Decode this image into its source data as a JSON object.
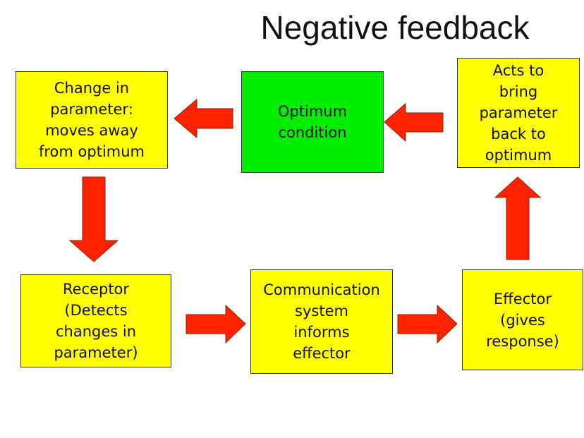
{
  "title": "Negative feedback",
  "colors": {
    "box_fill": "#ffff00",
    "optimum_fill": "#00ee00",
    "arrow_fill": "#ff2200",
    "text": "#111111"
  },
  "boxes": {
    "change": "Change in\nparameter:\nmoves away\nfrom optimum",
    "optimum": "Optimum\ncondition",
    "acts": "Acts to\nbring\nparameter\nback to\noptimum",
    "receptor": "Receptor\n(Detects\nchanges in\nparameter)",
    "communication": "Communication\nsystem\ninforms\neffector",
    "effector": "Effector\n(gives\nresponse)"
  }
}
